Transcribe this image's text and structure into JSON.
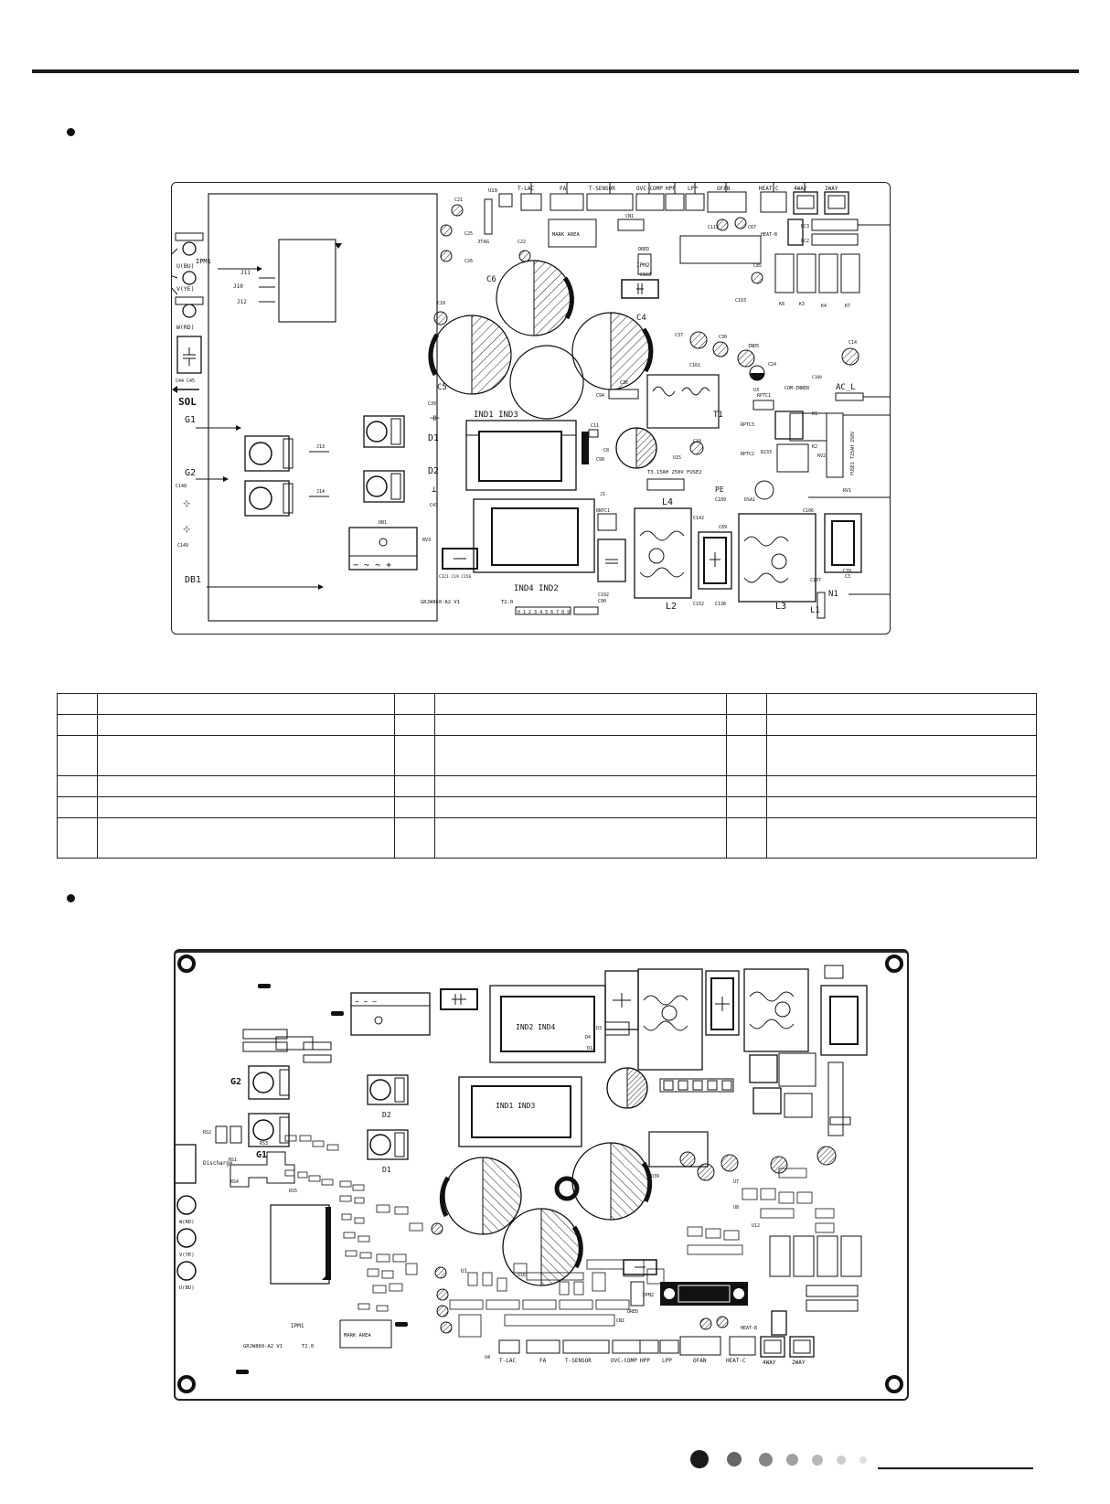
{
  "top_diagram": {
    "top_connectors": [
      "T-LAC",
      "FA",
      "T-SENSOR",
      "OVC-COMP",
      "HPP",
      "LPP",
      "OFAN",
      "HEAT-C",
      "4WAY",
      "2WAY"
    ],
    "module_labels": [
      "U(BU)",
      "V(YE)",
      "W(RD)"
    ],
    "component_labels": {
      "ipm1": "IPM1",
      "j11": "J11",
      "j10": "J10",
      "j12": "J12",
      "sol": "SOL",
      "c44": "C44 C45",
      "g1": "G1",
      "g2": "G2",
      "d1": "D1",
      "d2": "D2",
      "db1": "DB1",
      "db1_small": "DB1",
      "j13": "J13",
      "j14": "J14",
      "c148": "C148",
      "c149": "C149",
      "c39": "C39",
      "c43": "C43",
      "ind13": "IND1  IND3",
      "ind42": "IND4  IND2",
      "c6": "C6",
      "c5": "C5",
      "c4": "C4",
      "c18": "C18",
      "c21": "C21",
      "c25": "C25",
      "c26": "C26",
      "c22": "C22",
      "u19": "U19",
      "jtag": "JTAG",
      "mark_area": "MARK AREA",
      "cn1": "CN1",
      "dred": "DRED",
      "ipm2": "IPM2",
      "c163": "C163",
      "c113": "C113",
      "c67": "C67",
      "heatb": "HEAT-B",
      "rc3": "RC3",
      "rc2": "RC2",
      "c85": "C85",
      "c103": "C103",
      "k8": "K8",
      "k3": "K3",
      "k4": "K4",
      "k7": "K7",
      "c37": "C37",
      "c30": "C30",
      "c161": "C161",
      "ind5": "IND5",
      "c24": "C24",
      "u3": "U3",
      "c14": "C14",
      "c180": "C180",
      "ac_l": "AC_L",
      "com_inner": "COM-INNER",
      "rptc1": "RPTC1",
      "t1": "T1",
      "k1": "K1",
      "rptc3": "RPTC3",
      "rptc2": "RPTC2",
      "r233": "R233",
      "k2": "K2",
      "rv2": "RV2",
      "fuse1": "FUSE1  T25AH 250V",
      "c94": "C94",
      "c36": "C36",
      "c10": "C10",
      "u15": "U15",
      "c11": "C11",
      "c98": "C98",
      "c8": "C8",
      "fuse2": "T3.15AH  250V  FUSE2",
      "j1": "J1",
      "pe": "PE",
      "l4": "L4",
      "c109": "C109",
      "dsa1": "DSA1",
      "rv1": "RV1",
      "c106": "C106",
      "rntc1": "RNTC1",
      "c142": "C142",
      "c89": "C89",
      "c78": "C78",
      "c3": "C3",
      "c107": "C107",
      "rv3": "RV3",
      "c121": "C121 C19  C156",
      "model": "GRJW860-A2 V1",
      "t20": "T2.0",
      "c192": "C192",
      "c90": "C90",
      "l2": "L2",
      "c152": "C152",
      "c138": "C138",
      "l3": "L3",
      "l1": "L1",
      "n1": "N1",
      "pins": "0 1 2 3 4 5 6 7 8 9"
    }
  },
  "table": {
    "rows": 6
  },
  "bottom_diagram": {
    "bottom_connectors": [
      "T-LAC",
      "FA",
      "T-SENSOR",
      "OVC-COMP",
      "HPP",
      "LPP",
      "OFAN",
      "HEAT-C",
      "4WAY",
      "2WAY"
    ],
    "module_labels": [
      "W(RD)",
      "V(YE)",
      "U(BU)"
    ],
    "component_labels": {
      "g1": "G1",
      "g2": "G2",
      "d1": "D1",
      "d2": "D2",
      "ind24": "IND2 IND4",
      "ind13": "IND1  IND3",
      "ipm1": "IPM1",
      "ipm2": "IPM2",
      "discharge": "Discharge",
      "rs1": "RS1",
      "rs2": "RS2",
      "rs3": "RS3",
      "rs4": "RS4",
      "rs5": "RS5",
      "mark_area": "MARK AREA",
      "model": "GRJW860-A2 V1",
      "t20": "T2.0",
      "heatb": "HEAT-B",
      "u1": "U1",
      "u4": "U4",
      "u7": "U7",
      "u8": "U8",
      "u12": "U12",
      "u16": "U16",
      "d3": "D3",
      "d4": "D4",
      "d12": "D12",
      "d39": "D39",
      "cn1": "CN1",
      "dred": "DRED"
    }
  },
  "colors": {
    "ink": "#111111",
    "dot_1": "#1a1a1a",
    "dot_2": "#666666",
    "dot_3": "#858585",
    "dot_4": "#a0a0a0",
    "dot_5": "#b8b8b8",
    "dot_6": "#cccccc",
    "dot_7": "#e0e0e0"
  }
}
